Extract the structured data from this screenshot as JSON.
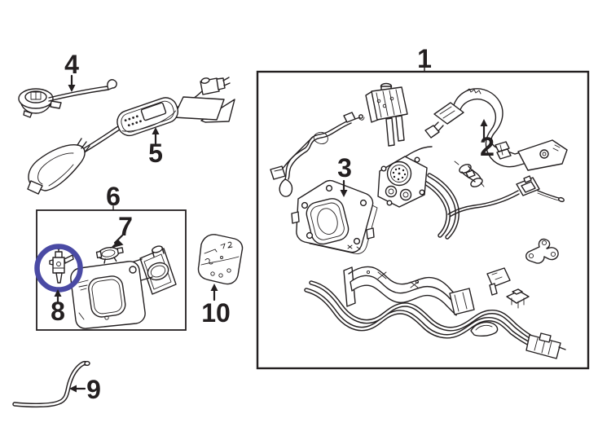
{
  "diagram": {
    "kind": "exploded-parts-diagram",
    "background_color": "#ffffff",
    "line_color": "#231f20",
    "highlight_color": "#4a4aa4",
    "highlighted_callout": "8",
    "callouts": {
      "1": "1",
      "2": "2",
      "3": "3",
      "4": "4",
      "5": "5",
      "6": "6",
      "7": "7",
      "8": "8",
      "9": "9",
      "10": "10"
    },
    "groups": {
      "group_1_parts": [
        "2",
        "3"
      ],
      "group_6_parts": [
        "7",
        "8"
      ]
    }
  }
}
